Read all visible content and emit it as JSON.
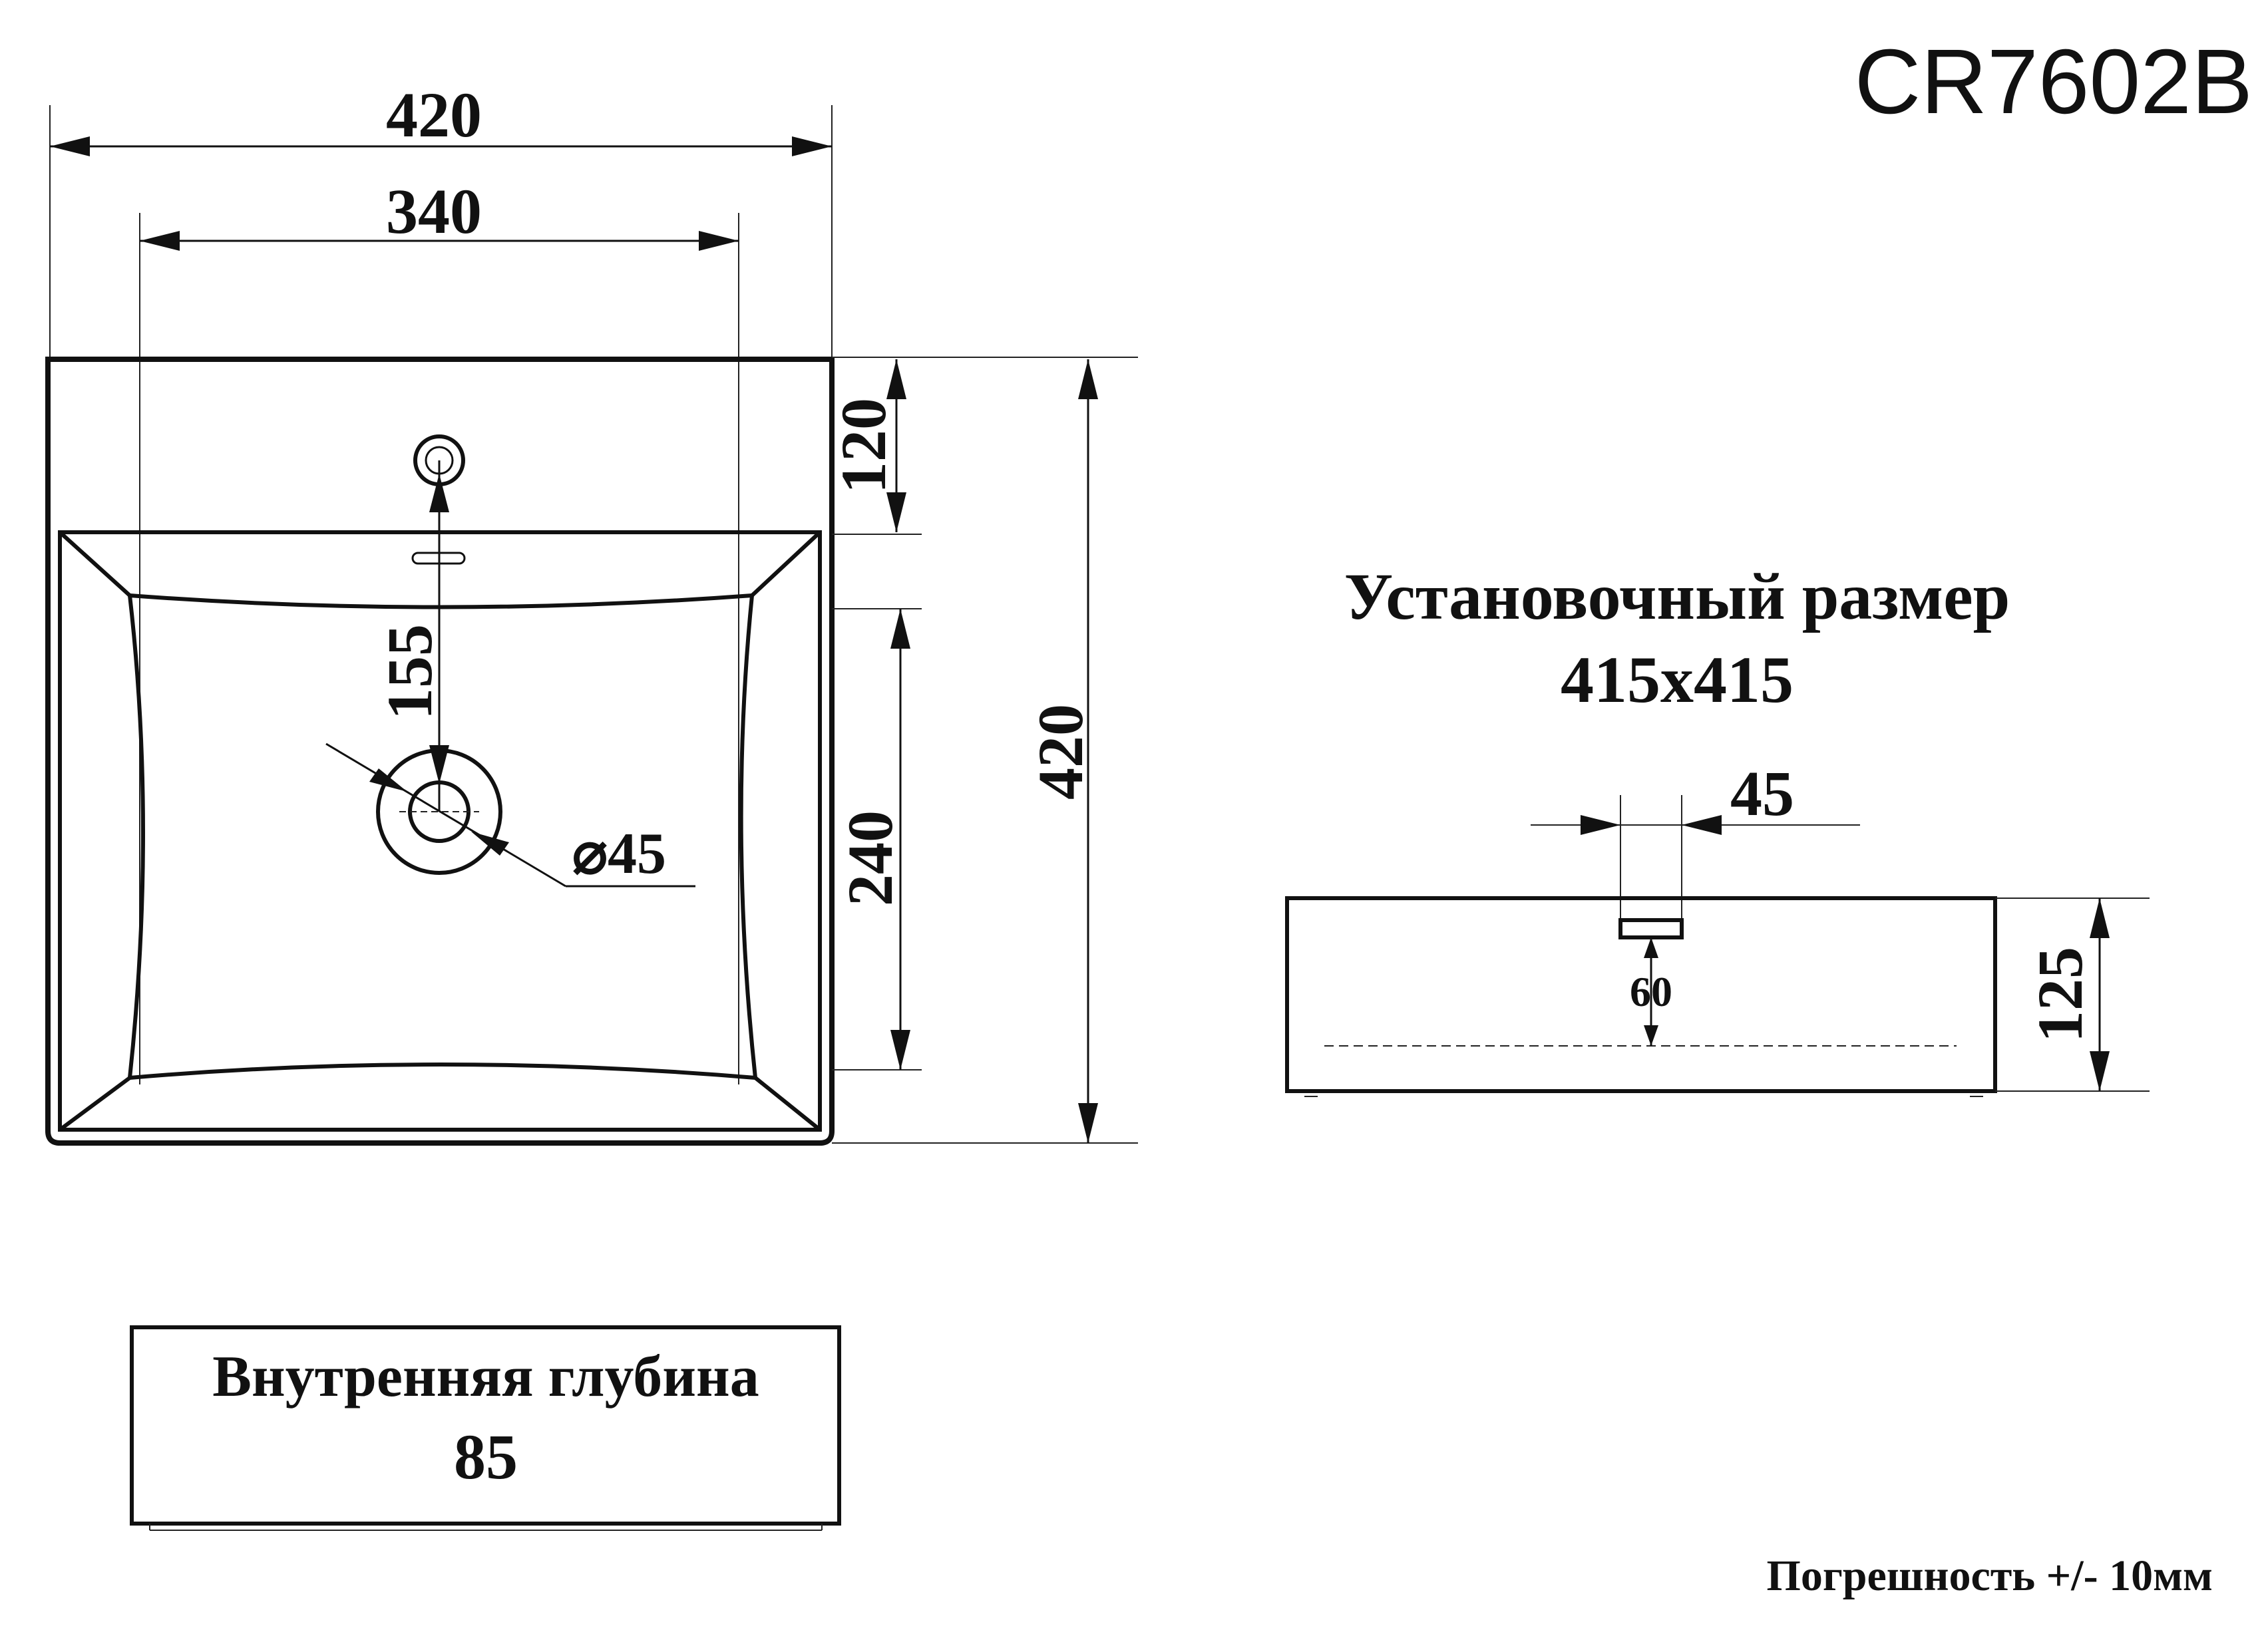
{
  "model_code": "CR7602B",
  "top_view": {
    "overall_width": "420",
    "bowl_width": "340",
    "deck_depth": "120",
    "tap_to_drain": "155",
    "bowl_depth": "240",
    "overall_depth": "420",
    "drain_diameter": "⌀45"
  },
  "mounting": {
    "line1": "Установочный размер",
    "line2": "415x415"
  },
  "side_view": {
    "tap_hole_width": "45",
    "height": "125",
    "tap_depth": "60"
  },
  "inner_depth": {
    "label": "Внутренняя глубина",
    "value": "85"
  },
  "tolerance": "Погрешность +/- 10мм"
}
